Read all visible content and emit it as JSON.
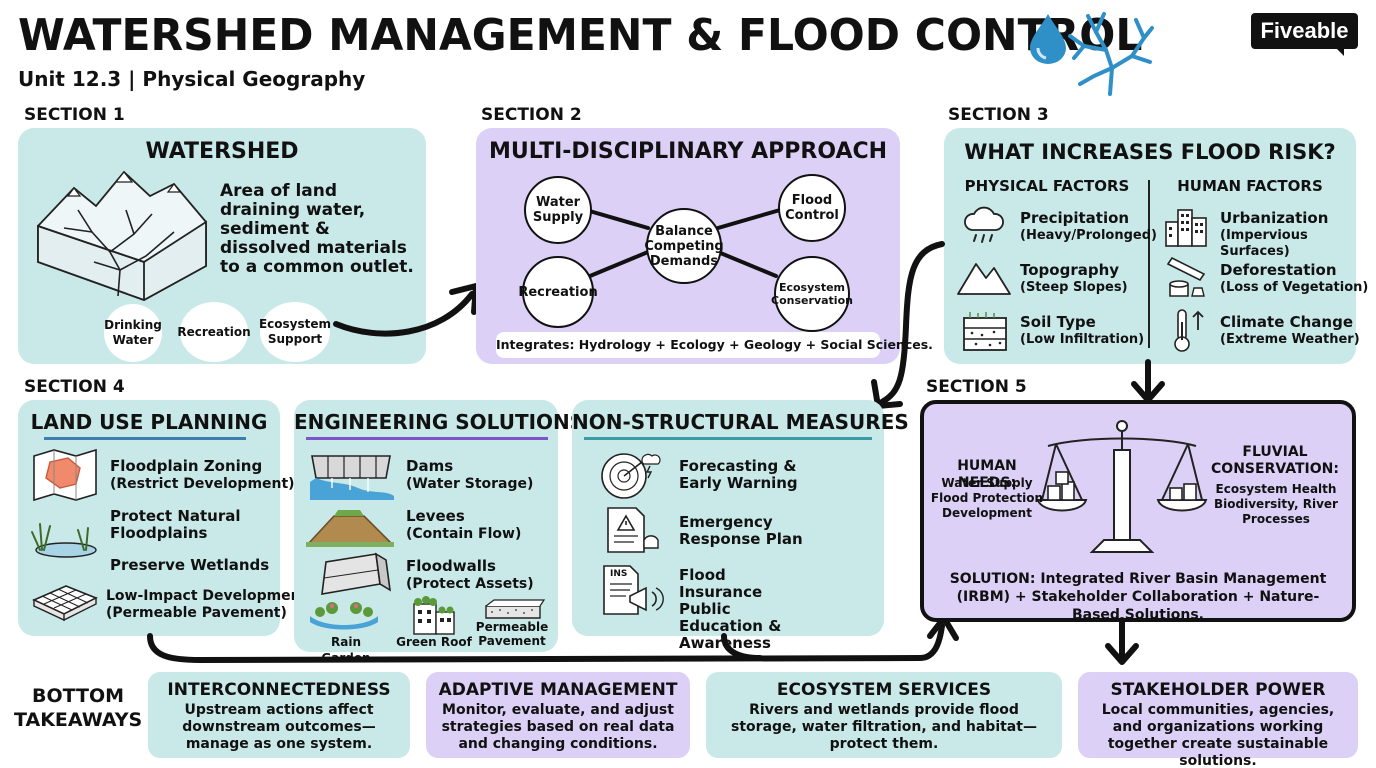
{
  "header": {
    "title": "WATERSHED MANAGEMENT & FLOOD CONTROL",
    "subtitle": "Unit 12.3 | Physical Geography",
    "logo": "Fiveable"
  },
  "section1": {
    "label": "SECTION 1",
    "title": "WATERSHED",
    "definition": "Area of land draining water, sediment & dissolved materials to a common outlet.",
    "uses": [
      {
        "label": "Drinking Water"
      },
      {
        "label": "Recreation"
      },
      {
        "label": "Ecosystem Support"
      }
    ]
  },
  "section2": {
    "label": "SECTION 2",
    "title": "MULTI-DISCIPLINARY APPROACH",
    "center": "Balance Competing Demands",
    "nodes": {
      "water_supply": "Water Supply",
      "flood_control": "Flood Control",
      "recreation": "Recreation",
      "ecosystem": "Ecosystem Conservation"
    },
    "integrates": "Integrates: Hydrology + Ecology + Geology + Social Sciences."
  },
  "section3": {
    "label": "SECTION 3",
    "title": "WHAT INCREASES FLOOD RISK?",
    "physical_heading": "PHYSICAL FACTORS",
    "human_heading": "HUMAN FACTORS",
    "physical": [
      {
        "title": "Precipitation",
        "sub": "(Heavy/Prolonged)"
      },
      {
        "title": "Topography",
        "sub": "(Steep Slopes)"
      },
      {
        "title": "Soil Type",
        "sub": "(Low Infiltration)"
      }
    ],
    "human": [
      {
        "title": "Urbanization",
        "sub": "(Impervious Surfaces)"
      },
      {
        "title": "Deforestation",
        "sub": "(Loss of Vegetation)"
      },
      {
        "title": "Climate Change",
        "sub": "(Extreme Weather)"
      }
    ]
  },
  "section4": {
    "label": "SECTION 4",
    "land_use": {
      "title": "LAND USE PLANNING",
      "items": [
        {
          "title": "Floodplain Zoning",
          "sub": "(Restrict Development)"
        },
        {
          "title": "Protect Natural Floodplains",
          "sub": ""
        },
        {
          "title": "Preserve Wetlands",
          "sub": ""
        },
        {
          "title": "Low-Impact Development",
          "sub": "(Permeable Pavement)"
        }
      ]
    },
    "engineering": {
      "title": "ENGINEERING SOLUTIONS",
      "items": [
        {
          "title": "Dams",
          "sub": "(Water Storage)"
        },
        {
          "title": "Levees",
          "sub": "(Contain Flow)"
        },
        {
          "title": "Floodwalls",
          "sub": "(Protect Assets)"
        }
      ],
      "green": [
        "Rain Garden",
        "Green Roof",
        "Permeable Pavement"
      ]
    },
    "non_structural": {
      "title": "NON-STRUCTURAL MEASURES",
      "items": [
        {
          "title": "Forecasting & Early Warning"
        },
        {
          "title": "Emergency Response Plan"
        },
        {
          "title": "Flood Insurance Public Education & Awareness"
        }
      ],
      "ins_label": "INS"
    }
  },
  "section5": {
    "label": "SECTION 5",
    "human_needs_title": "HUMAN NEEDS:",
    "human_needs": "Water Supply Flood Protection Development",
    "fluvial_title": "FLUVIAL CONSERVATION:",
    "fluvial": "Ecosystem Health Biodiversity, River Processes",
    "solution": "SOLUTION: Integrated River Basin Management (IRBM) + Stakeholder Collaboration + Nature-Based Solutions."
  },
  "takeaways": {
    "label": "BOTTOM TAKEAWAYS",
    "items": [
      {
        "title": "INTERCONNECTEDNESS",
        "body": "Upstream actions affect downstream outcomes—manage as one system."
      },
      {
        "title": "ADAPTIVE MANAGEMENT",
        "body": "Monitor, evaluate, and adjust strategies based on real data and changing conditions."
      },
      {
        "title": "ECOSYSTEM SERVICES",
        "body": "Rivers and wetlands provide flood storage, water filtration, and habitat—protect them."
      },
      {
        "title": "STAKEHOLDER POWER",
        "body": "Local communities, agencies, and organizations working together create sustainable solutions."
      }
    ]
  },
  "colors": {
    "teal_panel": "#c9e9e9",
    "lavender_panel": "#ddd0f7",
    "water_blue": "#2f8fc7",
    "ink": "#111111"
  }
}
